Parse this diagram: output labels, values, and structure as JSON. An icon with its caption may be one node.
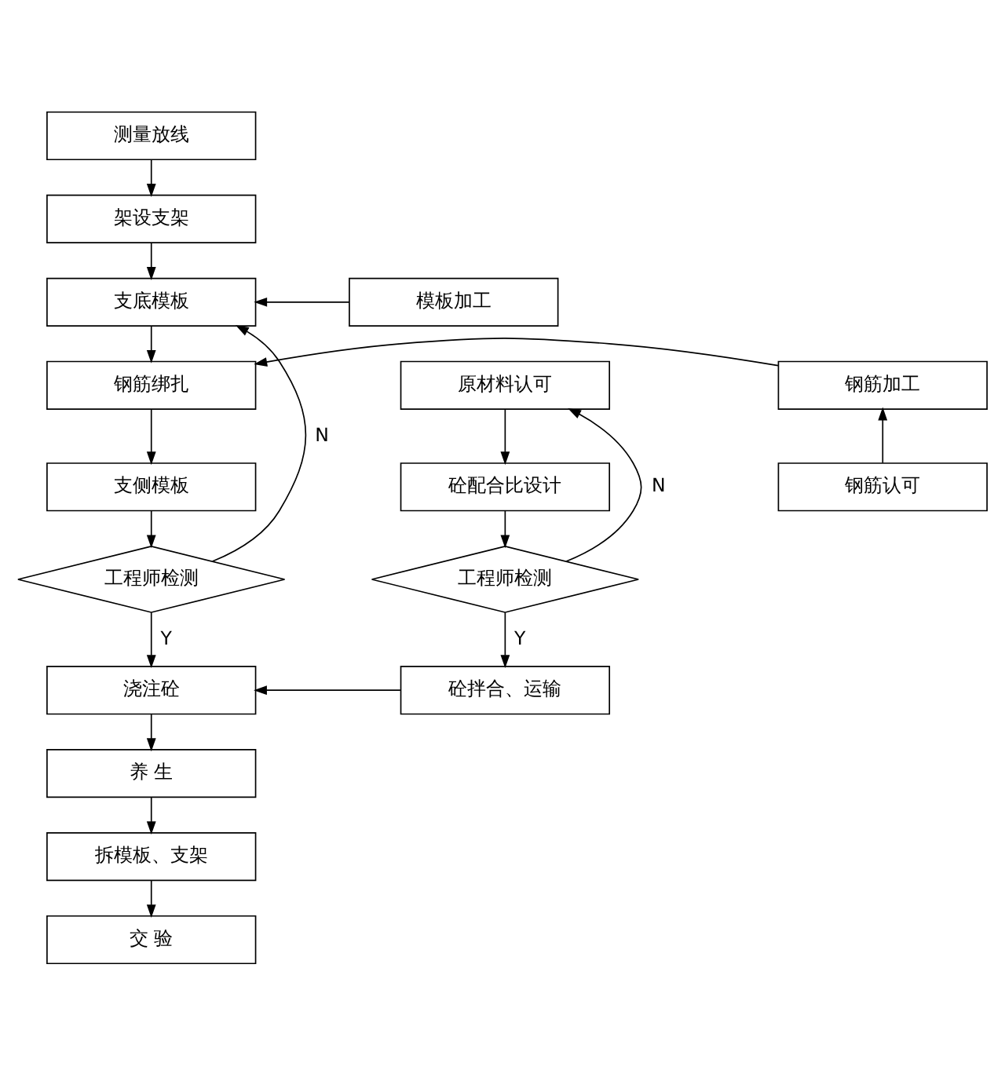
{
  "diagram": {
    "nodes": [
      {
        "text": [
          "测量放线"
        ]
      },
      {
        "text": [
          "架设支架"
        ]
      },
      {
        "text": [
          "支底模板"
        ]
      },
      {
        "text": [
          "模板加工"
        ]
      },
      {
        "text": [
          "钢筋绑扎"
        ]
      },
      {
        "text": [
          "钢筋加工"
        ]
      },
      {
        "text": [
          "钢筋认可"
        ]
      },
      {
        "text": [
          "支侧模板"
        ]
      },
      {
        "text": [
          "工程师检测"
        ]
      },
      {
        "text": [
          "浇注砼"
        ]
      },
      {
        "text": [
          "养 生"
        ]
      },
      {
        "text": [
          "拆模板、支架"
        ]
      },
      {
        "text": [
          "交 验"
        ]
      },
      {
        "text": [
          "原材料认可"
        ]
      },
      {
        "text": [
          "砼配合比设计"
        ]
      },
      {
        "text": [
          "工程师检测"
        ]
      },
      {
        "text": [
          "砼拌合、运输"
        ]
      }
    ],
    "edges": [
      {
        "from": 0,
        "to": 1,
        "arrow": "to"
      },
      {
        "from": 1,
        "to": 2,
        "arrow": "to"
      },
      {
        "from": 3,
        "to": 2,
        "arrow": "to"
      },
      {
        "from": 2,
        "to": 4,
        "arrow": "to"
      },
      {
        "from": 5,
        "to": 4,
        "arrow": "to"
      },
      {
        "from": 6,
        "to": 5,
        "arrow": "to"
      },
      {
        "from": 4,
        "to": 7,
        "arrow": "to"
      },
      {
        "from": 7,
        "to": 8,
        "arrow": "to"
      },
      {
        "from": 8,
        "to": 9,
        "arrow": "to",
        "label": "Y"
      },
      {
        "from": 8,
        "to": 2,
        "arrow": "to",
        "label": "N"
      },
      {
        "from": 13,
        "to": 14,
        "arrow": "to"
      },
      {
        "from": 14,
        "to": 15,
        "arrow": "to"
      },
      {
        "from": 15,
        "to": 16,
        "arrow": "to",
        "label": "Y"
      },
      {
        "from": 15,
        "to": 13,
        "arrow": "to",
        "label": "N"
      },
      {
        "from": 16,
        "to": 9,
        "arrow": "to"
      },
      {
        "from": 9,
        "to": 10,
        "arrow": "to"
      },
      {
        "from": 10,
        "to": 11,
        "arrow": "to"
      },
      {
        "from": 11,
        "to": 12,
        "arrow": "to"
      }
    ]
  }
}
